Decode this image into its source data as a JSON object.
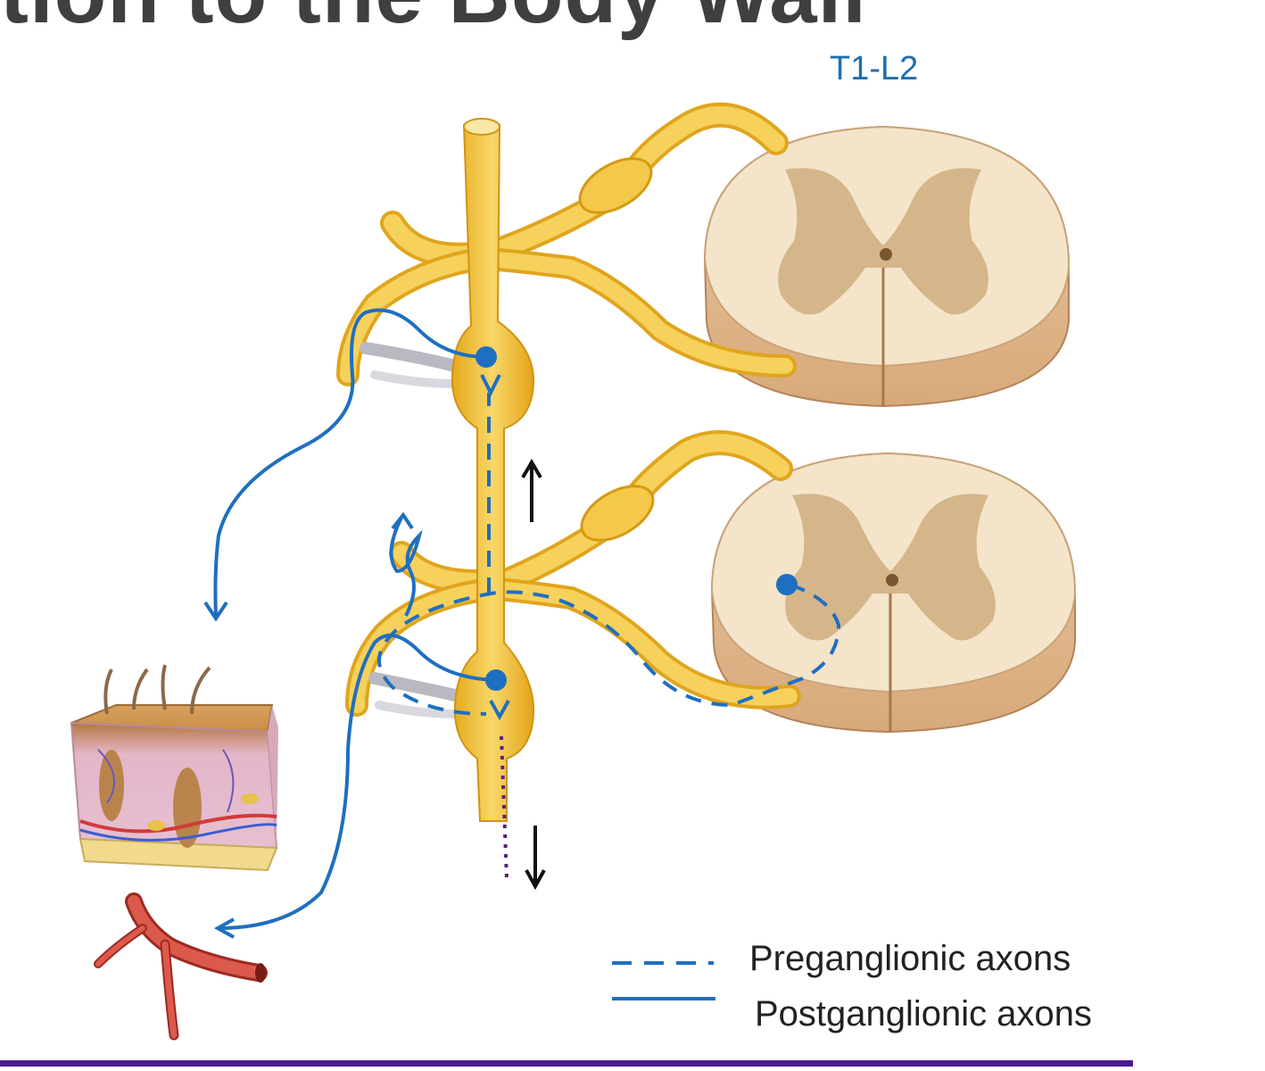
{
  "slide": {
    "title": "tion to the Body Wall",
    "level_label": "T1-L2"
  },
  "legend": {
    "preganglionic_label": "Preganglionic axons",
    "postganglionic_label": "Postganglionic axons"
  },
  "colors": {
    "nerve": "#f2c43a",
    "nerve_dark": "#d49a12",
    "axon": "#1f6fc0",
    "cord_white": "#f3e2c7",
    "cord_gray": "#c9a77a",
    "vessel": "#d2453a",
    "footer_rule": "#4b1a8c",
    "dotted": "#5a1f7a"
  }
}
